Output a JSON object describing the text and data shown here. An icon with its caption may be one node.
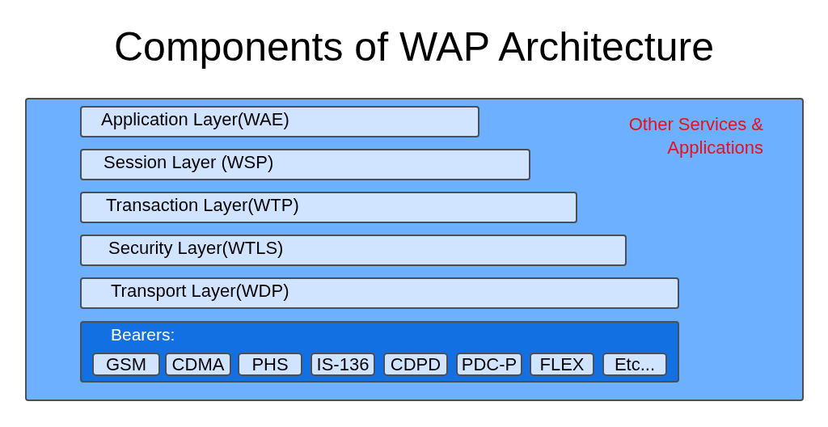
{
  "diagram": {
    "title": "Components of WAP Architecture",
    "nodes": [
      {
        "text": [
          "Other Services & Applications"
        ]
      },
      {
        "text": [
          "Application Layer(WAE)"
        ],
        "in": 0
      },
      {
        "text": [
          "Session Layer (WSP)"
        ],
        "in": 0
      },
      {
        "text": [
          "Transaction Layer(WTP)"
        ],
        "in": 0
      },
      {
        "text": [
          "Security Layer(WTLS)"
        ],
        "in": 0
      },
      {
        "text": [
          "Transport Layer(WDP)"
        ],
        "in": 0
      },
      {
        "text": [
          "Bearers:"
        ],
        "in": 0
      },
      {
        "text": [
          "GSM"
        ],
        "in": 6
      },
      {
        "text": [
          "CDMA"
        ],
        "in": 6
      },
      {
        "text": [
          "PHS"
        ],
        "in": 6
      },
      {
        "text": [
          "IS-136"
        ],
        "in": 6
      },
      {
        "text": [
          "CDPD"
        ],
        "in": 6
      },
      {
        "text": [
          "PDC-P"
        ],
        "in": 6
      },
      {
        "text": [
          "FLEX"
        ],
        "in": 6
      },
      {
        "text": [
          "Etc..."
        ],
        "in": 6
      }
    ]
  }
}
